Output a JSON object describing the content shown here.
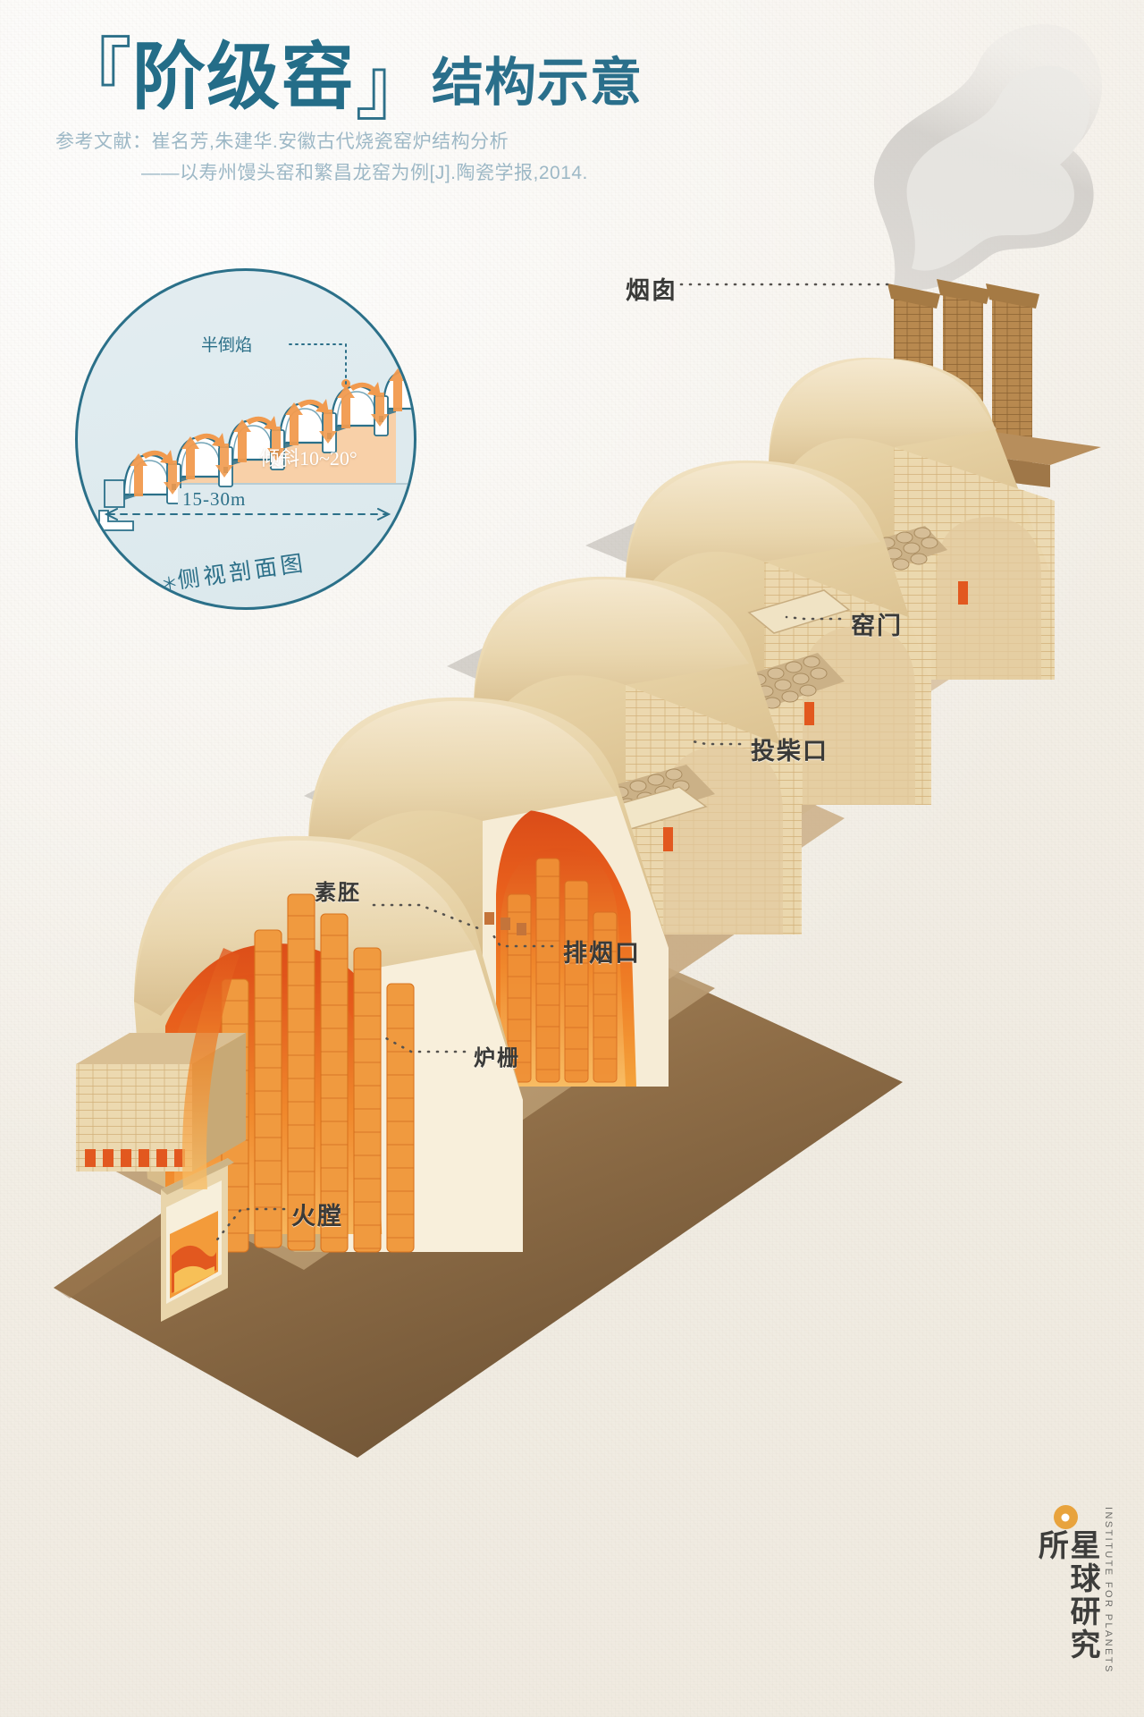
{
  "header": {
    "bracket_open": "『",
    "title_main": "阶级窑",
    "bracket_close": "』",
    "title_sub": "结构示意",
    "reference_line_1": "参考文献：崔名芳,朱建华.安徽古代烧瓷窑炉结构分析",
    "reference_line_2": "——以寿州馒头窑和繁昌龙窑为例[J].陶瓷学报,2014."
  },
  "inset": {
    "label_flame": "半倒焰",
    "label_slope": "倾斜10~20°",
    "label_dimension": "15-30m",
    "caption_star": "＊",
    "caption": "侧视剖面图",
    "chamber_count": 6
  },
  "callouts": {
    "chimney": "烟囱",
    "kiln_door": "窑门",
    "stoking_port": "投柴口",
    "flue_outlet": "排烟口",
    "greenware": "素胚",
    "fire_grate": "炉栅",
    "firebox": "火膛"
  },
  "logo": {
    "name_cn": "星球研究所",
    "name_en": "INSTITUTE FOR PLANETS"
  },
  "colors": {
    "title_teal": "#246d88",
    "reference_gray_blue": "#9db8c6",
    "inset_ring": "#2b7089",
    "inset_fill": "#e1ecf0",
    "slope_earth": "#f7cfa8",
    "flame_arrow": "#f19a4e",
    "callout_ink": "#3a3a38",
    "kiln_body": "#e8d3a8",
    "kiln_brick": "#ead9b4",
    "fire_orange": "#f07a22",
    "ground_brown": "#8a6a45",
    "logo_accent": "#e8a33d"
  }
}
